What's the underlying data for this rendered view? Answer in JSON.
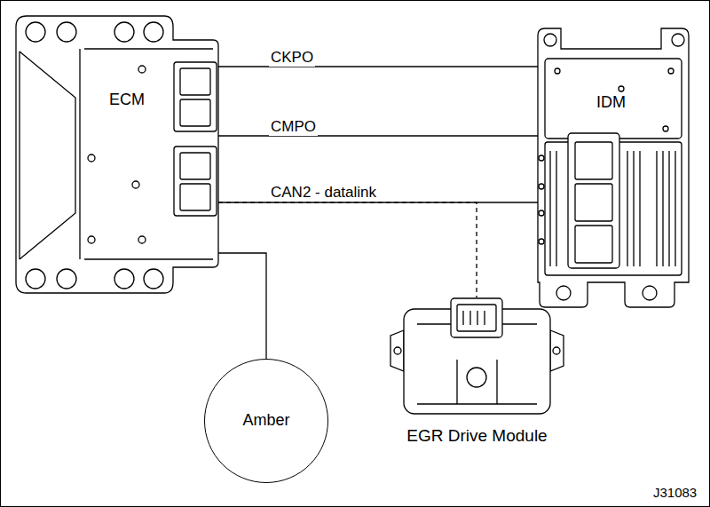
{
  "diagram": {
    "nodes": [
      {
        "text": [
          "ECM"
        ]
      },
      {
        "text": [
          "IDM"
        ]
      },
      {
        "text": [
          "Amber"
        ]
      },
      {
        "text": [
          "EGR Drive Module"
        ]
      }
    ],
    "edges": [
      {
        "from": 0,
        "to": 1,
        "label": "CKPO",
        "arrow": "none"
      },
      {
        "from": 0,
        "to": 1,
        "label": "CMPO",
        "arrow": "none"
      },
      {
        "from": 0,
        "to": 1,
        "label": "CAN2 - datalink",
        "arrow": "none"
      },
      {
        "from": 0,
        "to": 3,
        "arrow": "none"
      },
      {
        "from": 0,
        "to": 2,
        "arrow": "none"
      }
    ],
    "labels": [
      "J31083"
    ]
  }
}
